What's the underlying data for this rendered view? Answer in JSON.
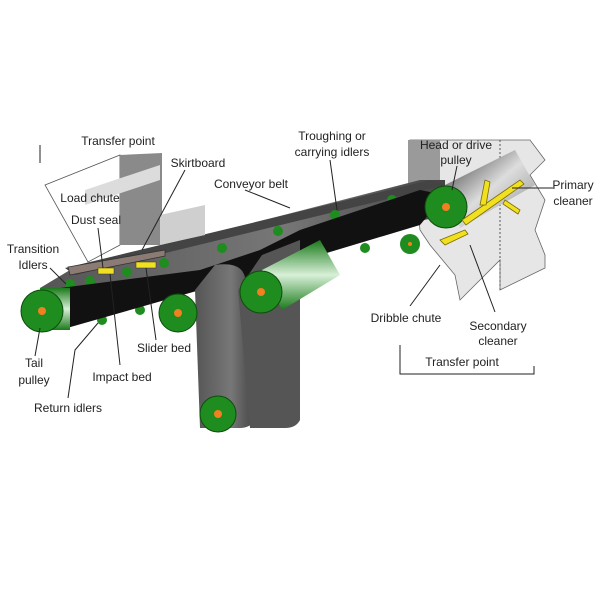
{
  "title": "Belt conveyor components",
  "labels": {
    "transfer_point_top": "Transfer point",
    "troughing_1": "Troughing or",
    "troughing_2": "carrying idlers",
    "skirtboard": "Skirtboard",
    "conveyor_belt": "Conveyor belt",
    "load_chute": "Load chute",
    "dust_seal": "Dust seal",
    "transition_1": "Transition",
    "transition_2": "Idlers",
    "head_1": "Head or drive",
    "head_2": "pulley",
    "primary_1": "Primary",
    "primary_2": "cleaner",
    "dribble_chute": "Dribble chute",
    "secondary_1": "Secondary",
    "secondary_2": "cleaner",
    "transfer_point_bottom": "Transfer point",
    "tail_1": "Tail",
    "tail_2": "pulley",
    "impact_bed": "Impact bed",
    "slider_bed": "Slider bed",
    "return_idlers": "Return idlers"
  },
  "colors": {
    "pulley": "#1e8c1e",
    "hub": "#f08020",
    "belt": "#111111",
    "cleaner": "#f0e020",
    "chute": "#d0d0d0"
  }
}
